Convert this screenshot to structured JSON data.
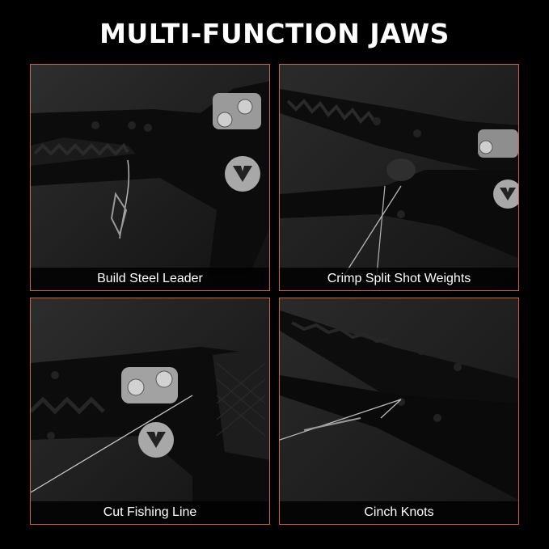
{
  "title": "MULTI-FUNCTION JAWS",
  "accent_color": "#c8673f",
  "panels": [
    {
      "caption": "Build Steel Leader"
    },
    {
      "caption": "Crimp Split Shot Weights"
    },
    {
      "caption": "Cut Fishing Line"
    },
    {
      "caption": "Cinch Knots"
    }
  ],
  "icons": [
    "brand-logo-icon",
    "screw-icon"
  ]
}
